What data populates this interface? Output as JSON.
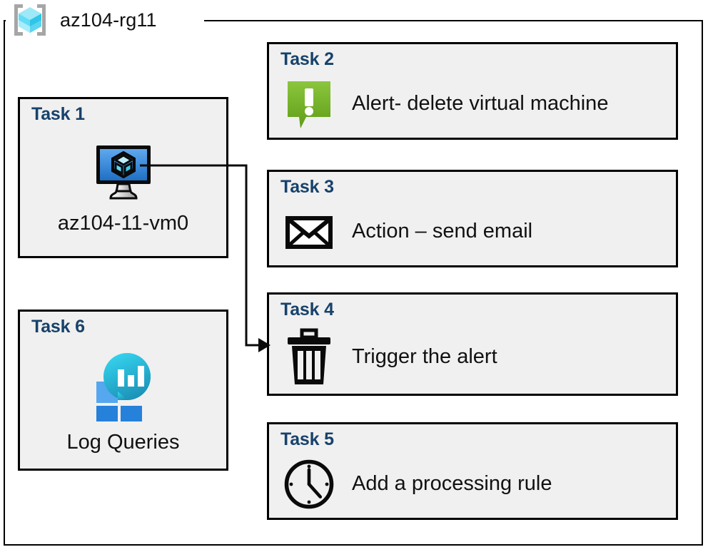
{
  "resource_group": {
    "name": "az104-rg11",
    "icon": "azure-resource-group-icon"
  },
  "left_column": [
    {
      "task_label": "Task 1",
      "caption": "az104-11-vm0",
      "icon": "virtual-machine-icon"
    },
    {
      "task_label": "Task 6",
      "caption": "Log Queries",
      "icon": "log-queries-icon"
    }
  ],
  "right_column": [
    {
      "task_label": "Task 2",
      "text": "Alert- delete virtual machine",
      "icon": "alert-bubble-icon"
    },
    {
      "task_label": "Task 3",
      "text": "Action – send email",
      "icon": "envelope-icon"
    },
    {
      "task_label": "Task 4",
      "text": "Trigger the alert",
      "icon": "trash-icon"
    },
    {
      "task_label": "Task 5",
      "text": "Add a processing rule",
      "icon": "clock-icon"
    }
  ],
  "connector": {
    "from": "virtual-machine-icon",
    "to": "Task 4",
    "arrow": "arrowhead-right"
  },
  "colors": {
    "task_label": "#17426b",
    "box_fill": "#f0f0f0",
    "box_border": "#000000",
    "text": "#111111",
    "alert_green": "#76bc21",
    "vm_blue": "#2f8de4",
    "log_teal": "#28c5ea",
    "log_blue": "#2f8de4",
    "rg_cube_cyan": "#56d7f2",
    "rg_bracket_gray": "#a6a6a6"
  }
}
